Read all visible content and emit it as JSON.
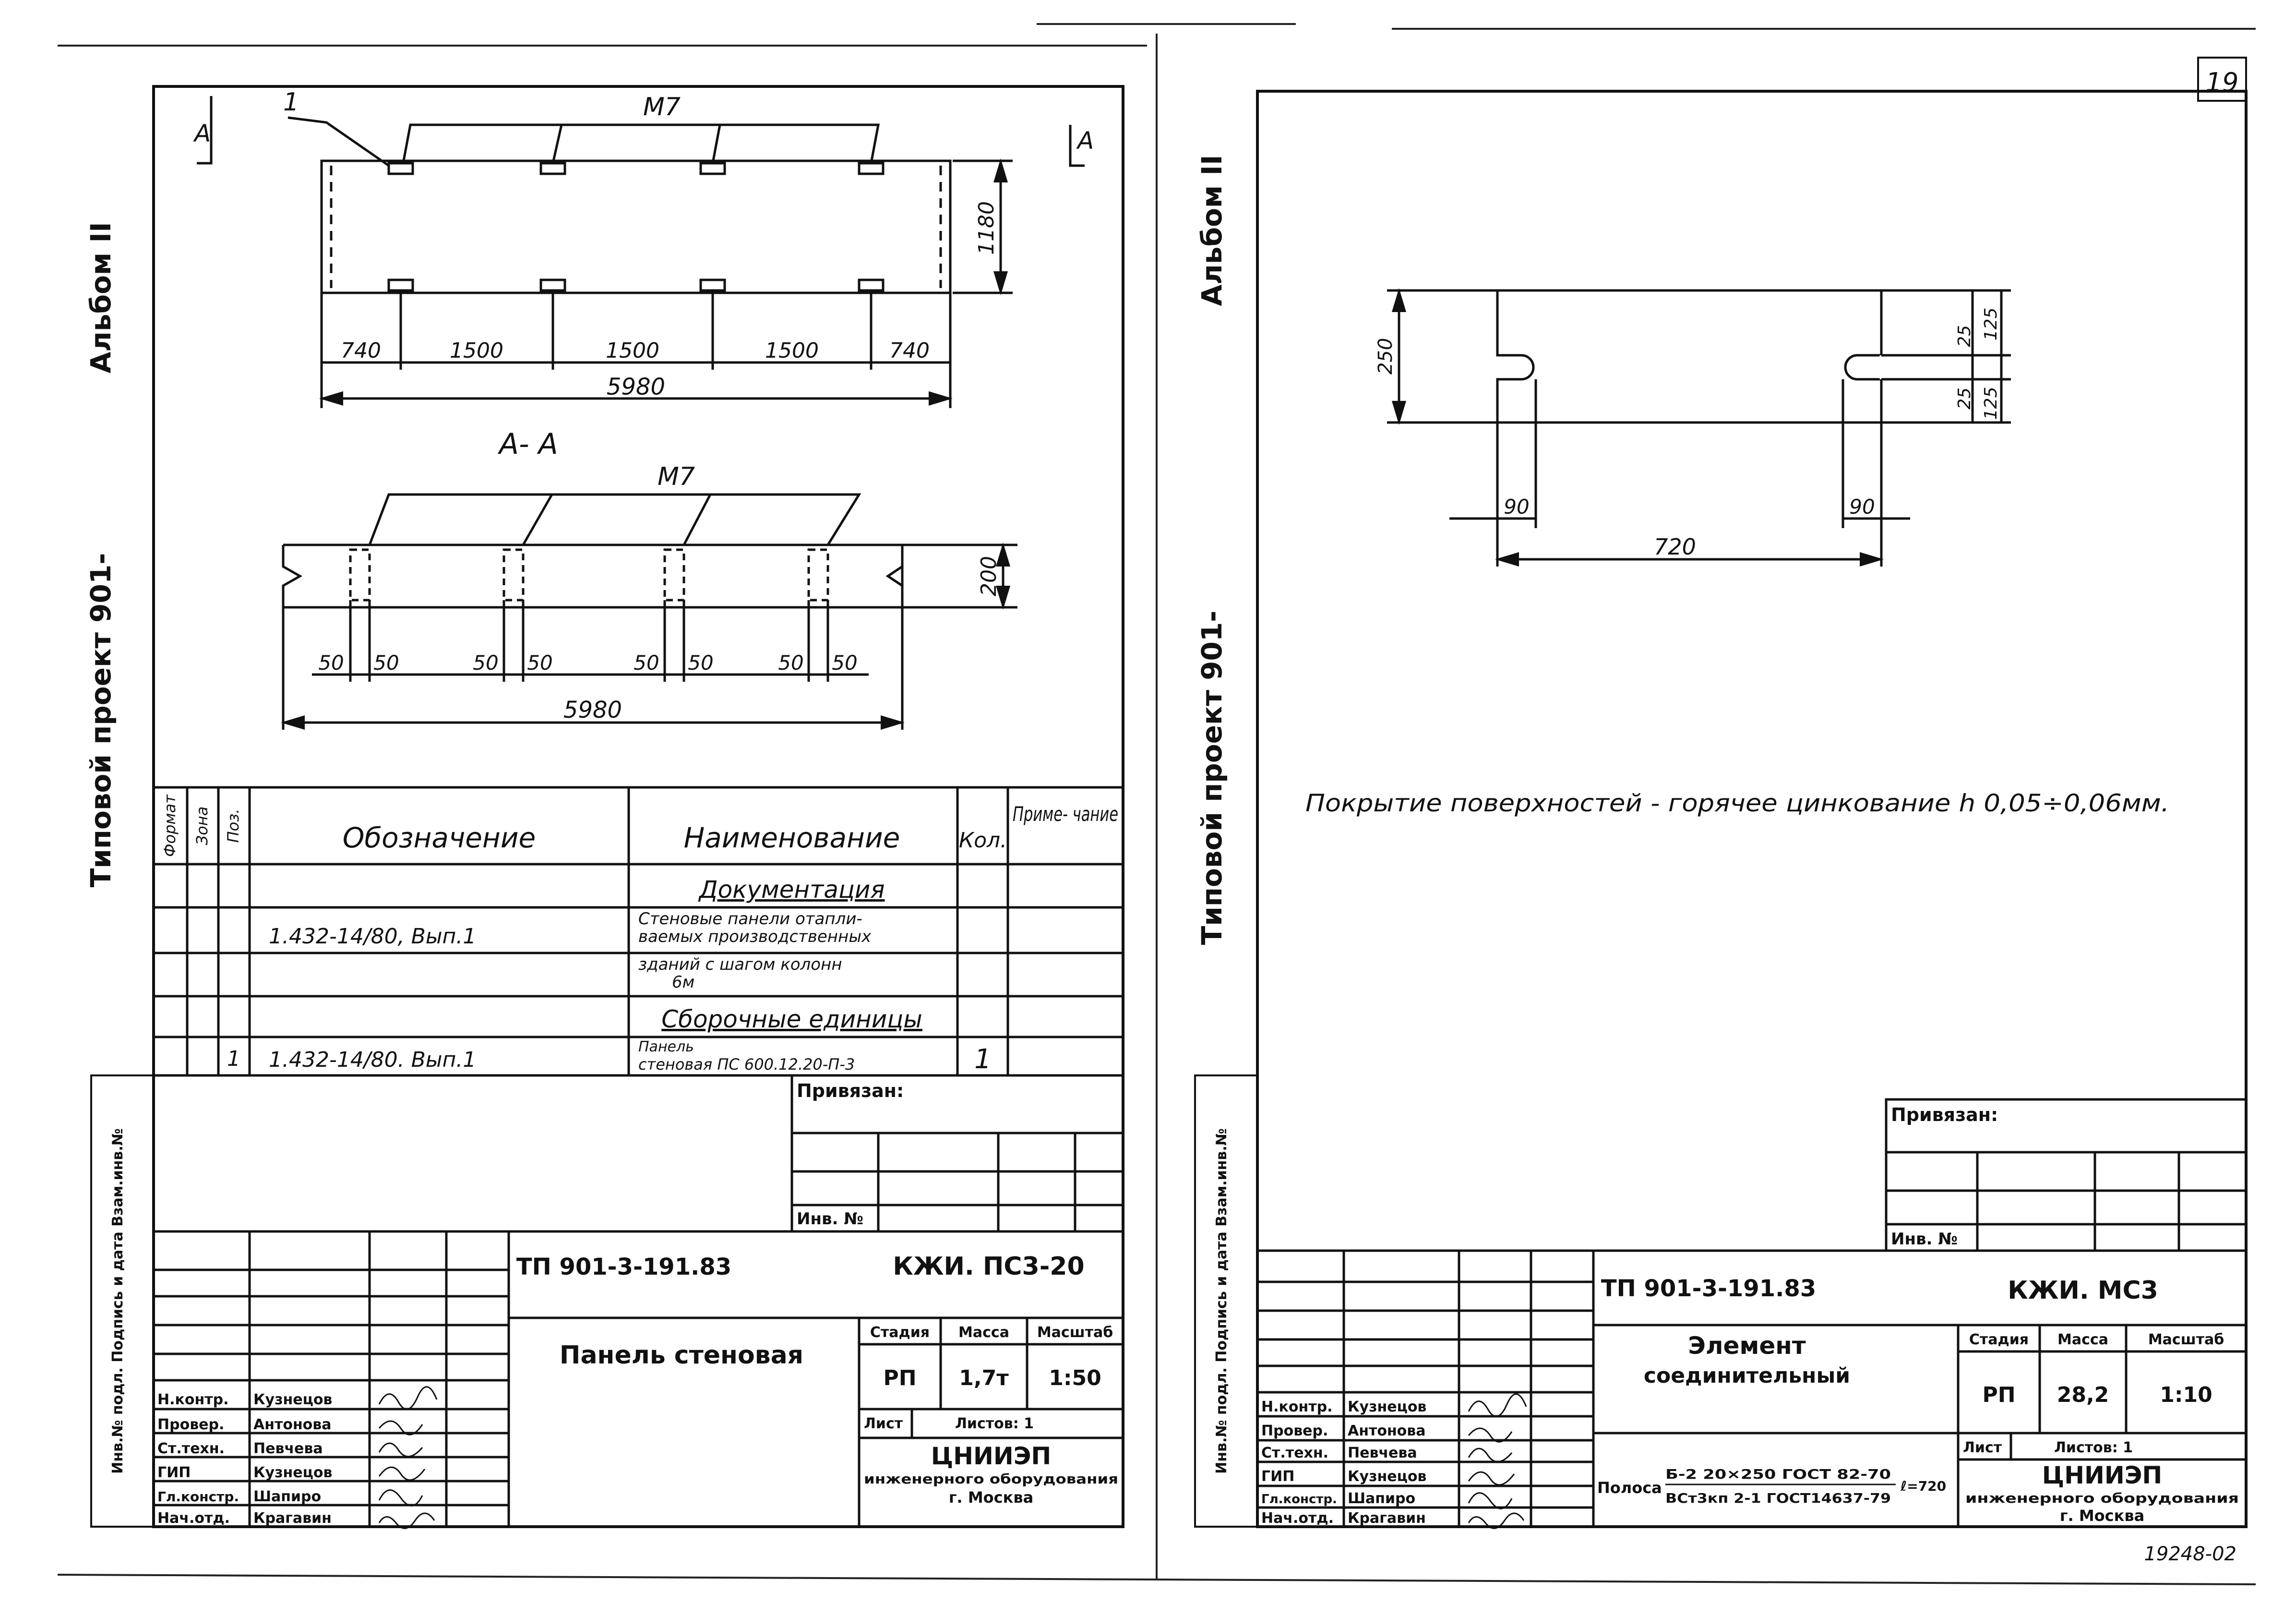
{
  "page_number": "19",
  "sheet_stamp": "19248-02",
  "left_sheet": {
    "side_album": "Альбом II",
    "side_project": "Типовой проект 901-",
    "side_fields": "Инв.№ подл. Подпись и дата Взам.инв.№",
    "top_view": {
      "pos_label": "1",
      "bolt_label": "М7",
      "section_mark": "А",
      "height_dim": "1180",
      "spacing_dims": [
        "740",
        "1500",
        "1500",
        "1500",
        "740"
      ],
      "total_dim": "5980"
    },
    "section": {
      "title": "А- А",
      "bolt_label": "М7",
      "height_dim": "200",
      "gap_dims": [
        "50",
        "50",
        "50",
        "50",
        "50",
        "50",
        "50",
        "50"
      ],
      "total_dim": "5980"
    },
    "spec_table": {
      "headers": {
        "format": "Формат",
        "zone": "Зона",
        "pos": "Поз.",
        "designation": "Обозначение",
        "name": "Наименование",
        "qty": "Кол.",
        "note": "Приме- чание"
      },
      "section_docs": "Документация",
      "section_assembly": "Сборочные единицы",
      "rows": [
        {
          "pos": "",
          "designation": "1.432-14/80, Вып.1",
          "name_lines": [
            "Стеновые панели отапли-",
            "ваемых производственных",
            "зданий с шагом колонн",
            "6м"
          ],
          "qty": ""
        },
        {
          "pos": "1",
          "designation": "1.432-14/80. Вып.1",
          "name_lines": [
            "Панель",
            "стеновая ПС 600.12.20-П-3"
          ],
          "qty": "1"
        }
      ]
    },
    "title_block": {
      "bind_label": "Привязан:",
      "inv_label": "Инв. №",
      "doc_code": "ТП 901-3-191.83",
      "sheet_code": "КЖИ. ПС3-20",
      "title": "Панель стеновая",
      "col_stage": "Стадия",
      "col_mass": "Масса",
      "col_scale": "Масштаб",
      "stage": "РП",
      "mass": "1,7т",
      "scale": "1:50",
      "sheet_label": "Лист",
      "sheets_label": "Листов: 1",
      "org_name": "ЦНИИЭП",
      "org_sub": "инженерного оборудования",
      "org_city": "г. Москва",
      "signers": [
        {
          "role": "Н.контр.",
          "name": "Кузнецов"
        },
        {
          "role": "Провер.",
          "name": "Антонова"
        },
        {
          "role": "Ст.техн.",
          "name": "Певчева"
        },
        {
          "role": "ГИП",
          "name": "Кузнецов"
        },
        {
          "role": "Гл.констр.",
          "name": "Шапиро"
        },
        {
          "role": "Нач.отд.",
          "name": "Крагавин"
        }
      ]
    }
  },
  "right_sheet": {
    "side_album": "Альбом II",
    "side_project": "Типовой проект 901-",
    "side_fields": "Инв.№ подл. Подпись и дата Взам.инв.№",
    "plate": {
      "height_dim": "250",
      "slot_dims": [
        "25",
        "125",
        "25",
        "125"
      ],
      "edge_dims": [
        "90",
        "90"
      ],
      "length_dim": "720"
    },
    "coating_note": "Покрытие поверхностей - горячее цинкование h 0,05÷0,06мм.",
    "title_block": {
      "bind_label": "Привязан:",
      "inv_label": "Инв. №",
      "doc_code": "ТП 901-3-191.83",
      "sheet_code": "КЖИ. МС3",
      "title_line1": "Элемент",
      "title_line2": "соединительный",
      "col_stage": "Стадия",
      "col_mass": "Масса",
      "col_scale": "Масштаб",
      "stage": "РП",
      "mass": "28,2",
      "scale": "1:10",
      "sheet_label": "Лист",
      "sheets_label": "Листов: 1",
      "org_name": "ЦНИИЭП",
      "org_sub": "инженерного оборудования",
      "org_city": "г. Москва",
      "material_prefix": "Полоса",
      "material_num": "Б-2 20×250 ГОСТ 82-70",
      "material_den": "ВСт3кп 2-1 ГОСТ14637-79",
      "material_len": "ℓ=720",
      "signers": [
        {
          "role": "Н.контр.",
          "name": "Кузнецов"
        },
        {
          "role": "Провер.",
          "name": "Антонова"
        },
        {
          "role": "Ст.техн.",
          "name": "Певчева"
        },
        {
          "role": "ГИП",
          "name": "Кузнецов"
        },
        {
          "role": "Гл.констр.",
          "name": "Шапиро"
        },
        {
          "role": "Нач.отд.",
          "name": "Крагавин"
        }
      ]
    }
  }
}
